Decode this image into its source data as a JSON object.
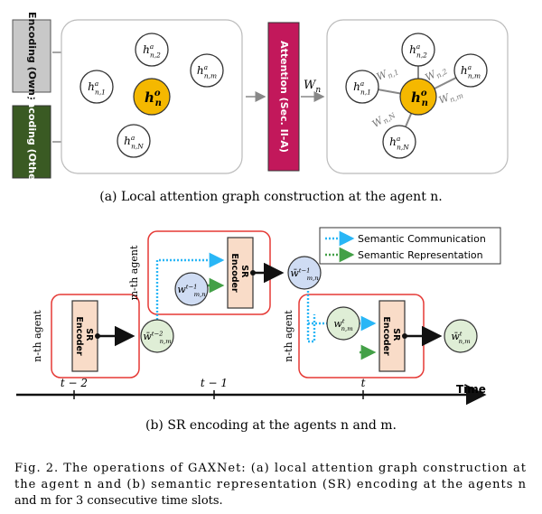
{
  "panel_a": {
    "enc_own": "Encoding (Own)",
    "enc_other": "Encoding (Other)",
    "attention": "Attention (Sec. II-A)",
    "h_own_in": "h",
    "h_own_in_sup": "o",
    "h_own_in_sub": "n",
    "h_other_in": "H",
    "h_other_in_sup": "a",
    "h_other_in_sub": "n",
    "w_out": "W",
    "w_out_sub": "n",
    "center_main": "h",
    "center_sup": "o",
    "center_sub": "n",
    "left_nodes": [
      {
        "sub": "n,2"
      },
      {
        "sub": "n,1"
      },
      {
        "sub": "n,m"
      },
      {
        "sub": "n,N"
      }
    ],
    "right_nodes": [
      {
        "sub": "n,2"
      },
      {
        "sub": "n,1"
      },
      {
        "sub": "n,m"
      },
      {
        "sub": "n,N"
      }
    ],
    "node_main": "h",
    "node_sup": "a",
    "edge_labels": [
      {
        "main": "W",
        "sub": "n,1"
      },
      {
        "main": "W",
        "sub": "n,2"
      },
      {
        "main": "W",
        "sub": "n,m"
      },
      {
        "main": "W",
        "sub": "n,N"
      }
    ],
    "caption": "(a)  Local attention graph construction at the agent n."
  },
  "panel_b": {
    "legend_comm": "Semantic Communication",
    "legend_repr": "Semantic Representation",
    "m_agent": "m-th agent",
    "n_agent_1": "n-th agent",
    "n_agent_2": "n-th agent",
    "sr_label": "SR",
    "encoder_label": "Encoder",
    "time_label": "Time",
    "ticks": [
      "t − 2",
      "t − 1",
      "t"
    ],
    "w_nodes": [
      {
        "id": "wbar-n-m-t2",
        "main": "w̄",
        "sup": "t−2",
        "sub": "n,m"
      },
      {
        "id": "w-m-n-t1",
        "main": "w",
        "sup": "t−1",
        "sub": "m,n"
      },
      {
        "id": "wbar-m-n-t1",
        "main": "w̄",
        "sup": "t−1",
        "sub": "m,n"
      },
      {
        "id": "w-n-m-t",
        "main": "w",
        "sup": "t",
        "sub": "n,m"
      },
      {
        "id": "wbar-n-m-t",
        "main": "w̄",
        "sup": "t",
        "sub": "n,m"
      }
    ],
    "caption": "(b)  SR encoding at the agents n and m."
  },
  "fig_caption": {
    "line1": "Fig. 2.   The operations of GAXNet: (a) local attention graph construction at",
    "line2": "the agent n and (b) semantic representation (SR) encoding at the agents n",
    "line3": "and m for 3 consecutive time slots."
  },
  "colors": {
    "gray_box": "#c8c8c8",
    "green_box": "#3a5a23",
    "attention": "#c2185b",
    "center_node": "#f5b800",
    "green_node": "#dfeed6",
    "blue_node": "#cfdcf3",
    "red_frame": "#e53935",
    "encoder_fill": "#f9dcc8",
    "comm_arrow": "#29b6f6",
    "repr_arrow": "#43a047"
  }
}
